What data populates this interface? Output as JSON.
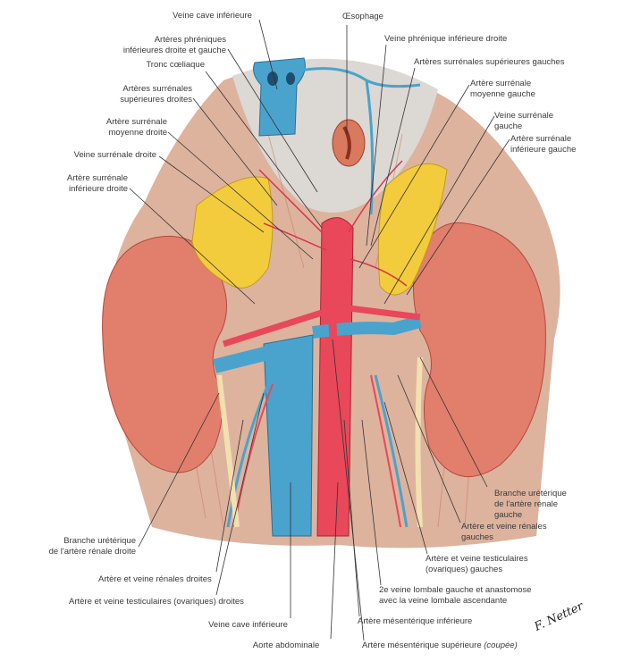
{
  "labels": {
    "vci_top": "Veine cave inférieure",
    "phreniques_1": "Artères phréniques",
    "phreniques_2": "inférieures droite et gauche",
    "tronc": "Tronc cœliaque",
    "sup_droites_1": "Artères surrénales",
    "sup_droites_2": "supérieures droites",
    "moy_droite_1": "Artère surrénale",
    "moy_droite_2": "moyenne droite",
    "veine_surr_droite": "Veine surrénale droite",
    "inf_droite_1": "Artère surrénale",
    "inf_droite_2": "inférieure droite",
    "oesophage": "Œsophage",
    "veine_phrenique": "Veine phrénique inférieure droite",
    "sup_gauches": "Artères surrénales supérieures gauches",
    "moy_gauche_1": "Artère surrénale",
    "moy_gauche_2": "moyenne gauche",
    "veine_surr_gauche_1": "Veine surrénale",
    "veine_surr_gauche_2": "gauche",
    "inf_gauche_1": "Artère surrénale",
    "inf_gauche_2": "inférieure gauche",
    "uret_gauche_1": "Branche urétérique",
    "uret_gauche_2": "de l'artère rénale",
    "uret_gauche_3": "gauche",
    "renales_gauches_1": "Artère et veine rénales",
    "renales_gauches_2": "gauches",
    "testic_gauches_1": "Artère et veine testiculaires",
    "testic_gauches_2": "(ovariques) gauches",
    "lombale_1": "2e veine lombale gauche et anastomose",
    "lombale_2": "avec la veine lombale ascendante",
    "mes_inf": "Artère mésentérique inférieure",
    "mes_sup": "Artère mésentérique supérieure",
    "mes_sup_note": "(coupée)",
    "aorte": "Aorte abdominale",
    "vci_bottom": "Veine cave inférieure",
    "testic_droites": "Artère et veine testiculaires (ovariques) droites",
    "renales_droites": "Artère et veine rénales droites",
    "uret_droite_1": "Branche urétérique",
    "uret_droite_2": "de l'artère rénale droite"
  },
  "signature": "F. Netter",
  "colors": {
    "vein": "#4aa3cc",
    "artery": "#e8485a",
    "kidney": "#e07a6a",
    "adrenal": "#f2cc3c",
    "muscle": "#e3a184",
    "diaphragm": "#d9d6d2"
  }
}
